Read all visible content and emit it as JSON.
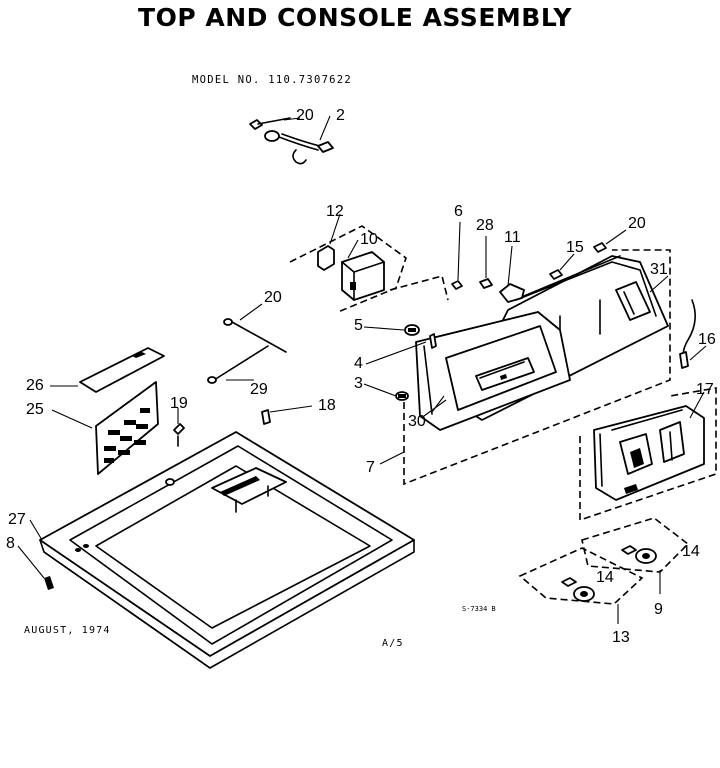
{
  "title": "TOP AND CONSOLE ASSEMBLY",
  "model": "MODEL NO. 110.7307622",
  "date": "AUGUST, 1974",
  "page_ref": "A/5",
  "drawing_no": "S-7334 B",
  "callouts": {
    "c2": "2",
    "c3": "3",
    "c4": "4",
    "c5": "5",
    "c6": "6",
    "c7": "7",
    "c8": "8",
    "c9": "9",
    "c10": "10",
    "c11": "11",
    "c12": "12",
    "c13": "13",
    "c14a": "14",
    "c14b": "14",
    "c15": "15",
    "c16": "16",
    "c17": "17",
    "c18": "18",
    "c19": "19",
    "c20a": "20",
    "c20b": "20",
    "c20c": "20",
    "c25": "25",
    "c26": "26",
    "c27": "27",
    "c28": "28",
    "c29": "29",
    "c30": "30",
    "c31": "31"
  }
}
